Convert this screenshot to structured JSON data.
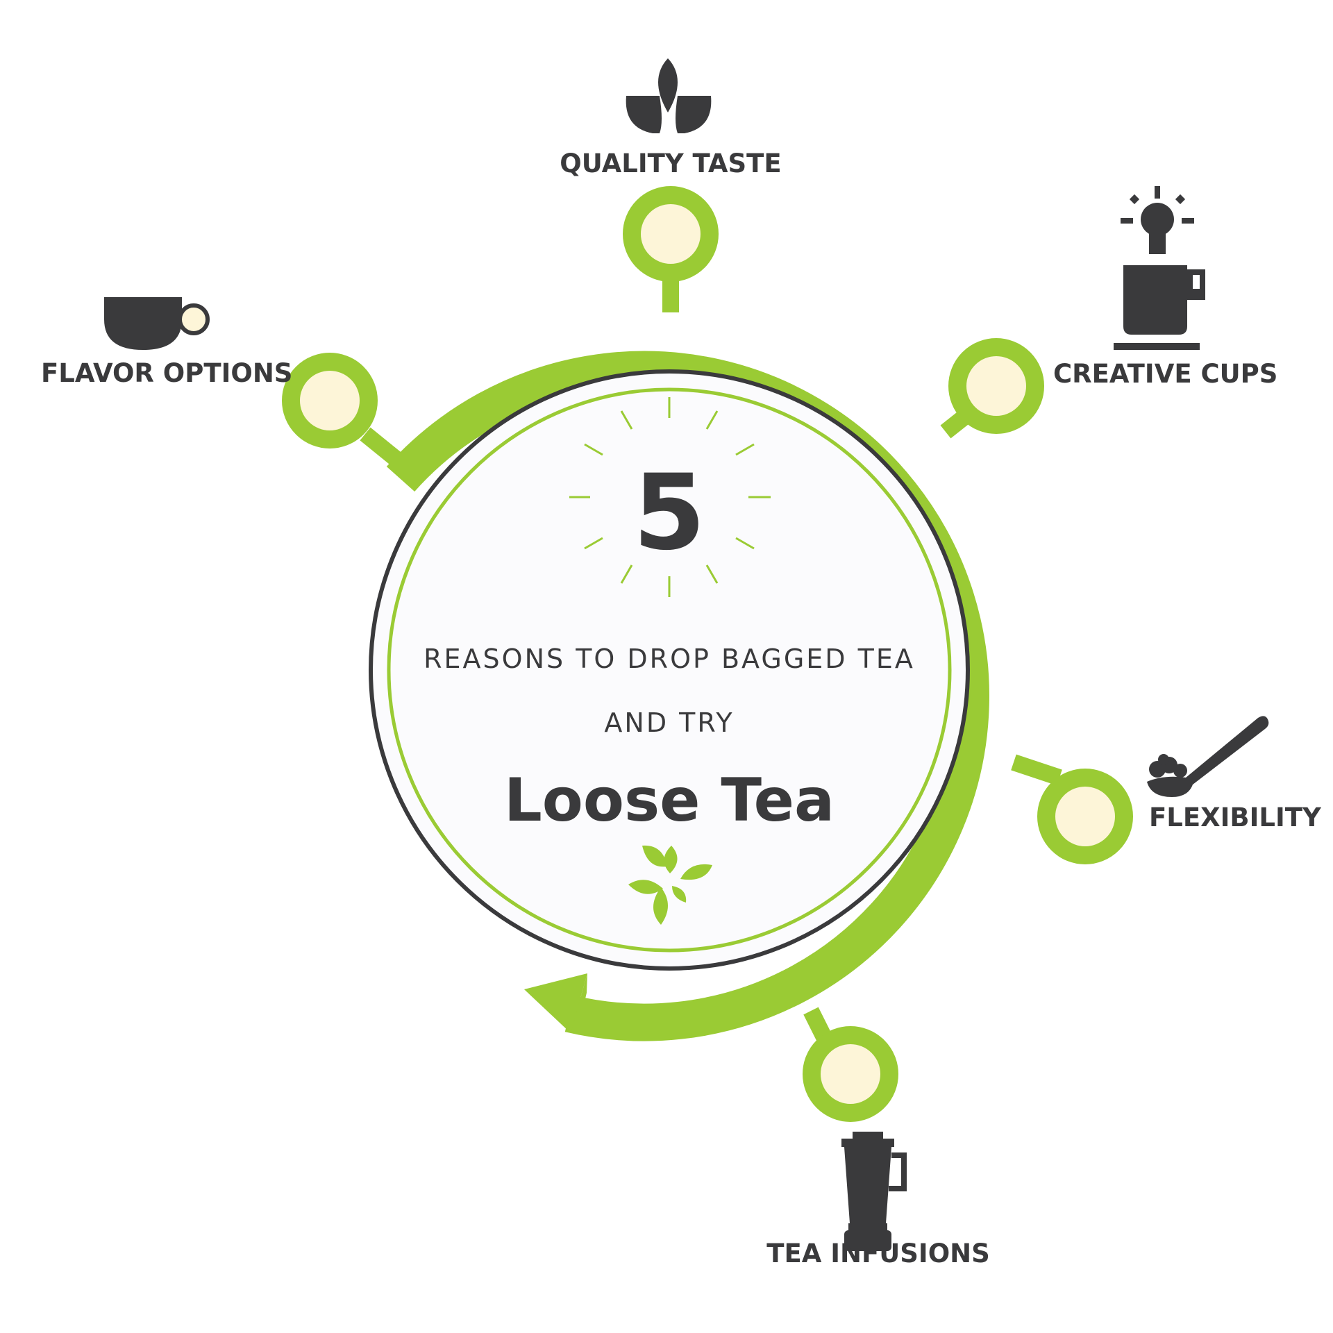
{
  "colors": {
    "green": "#9acb34",
    "dark": "#3a3a3c",
    "cream": "#fdf5d8",
    "center_fill": "#fbfbfd"
  },
  "center": {
    "number": "5",
    "line1": "REASONS TO DROP BAGGED TEA",
    "line2": "AND TRY",
    "title": "Loose Tea",
    "emblem_icon": "tea-leaves-icon"
  },
  "reasons": [
    {
      "label": "QUALITY TASTE",
      "icon": "leaves-icon"
    },
    {
      "label": "CREATIVE CUPS",
      "icon": "mug-lightbulb-icon"
    },
    {
      "label": "FLEXIBILITY",
      "icon": "spoon-icon"
    },
    {
      "label": "TEA INFUSIONS",
      "icon": "infuser-bottle-icon"
    },
    {
      "label": "FLAVOR OPTIONS",
      "icon": "teacup-icon"
    }
  ]
}
